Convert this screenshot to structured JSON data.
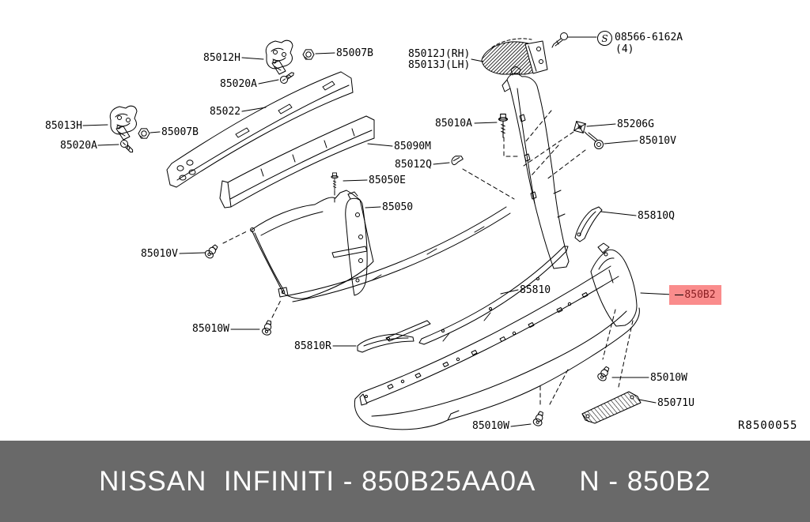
{
  "banner": {
    "left": "NISSAN  INFINITI - 850B25AA0A",
    "right": "N - 850B2",
    "bg_color": "#696969",
    "text_color": "#FFFFFF"
  },
  "diagram": {
    "bg_color": "#FFFFFF",
    "line_color": "#000000",
    "ref_code": "R8500055",
    "symbol": {
      "letter": "S",
      "qty": "(4)"
    },
    "highlight": {
      "bg_color": "#FA8C8C",
      "text_color": "#8B1F23"
    },
    "callouts": [
      {
        "label": "85012H"
      },
      {
        "label": "85007B"
      },
      {
        "label": "85020A"
      },
      {
        "label": "85022"
      },
      {
        "label": "85013H"
      },
      {
        "label": "85007B"
      },
      {
        "label": "85020A"
      },
      {
        "label": "85012J(RH)"
      },
      {
        "label": "85013J(LH)"
      },
      {
        "label": "08566-6162A"
      },
      {
        "label": "85010A"
      },
      {
        "label": "85206G"
      },
      {
        "label": "85010V"
      },
      {
        "label": "85090M"
      },
      {
        "label": "85012Q"
      },
      {
        "label": "85050E"
      },
      {
        "label": "85050"
      },
      {
        "label": "85010V"
      },
      {
        "label": "85810Q"
      },
      {
        "label": "85810"
      },
      {
        "label": "850B2"
      },
      {
        "label": "85010W"
      },
      {
        "label": "85810R"
      },
      {
        "label": "85010W"
      },
      {
        "label": "85071U"
      },
      {
        "label": "85010W"
      }
    ]
  }
}
